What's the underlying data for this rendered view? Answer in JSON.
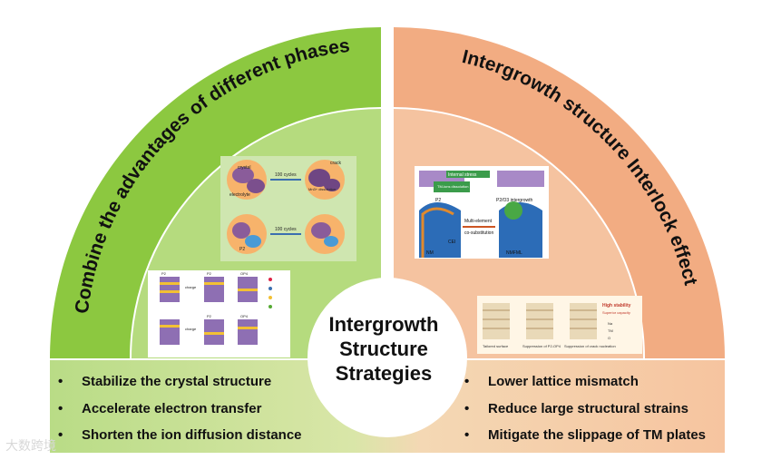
{
  "colors": {
    "green_outer": "#8cc840",
    "green_inner": "#b5db7e",
    "orange_outer": "#f2ac82",
    "orange_inner": "#f5c3a0",
    "center": "#ffffff"
  },
  "left_arc_title": "Combine the advantages of different phases",
  "right_arc_title": "Intergrowth structure Interlock effect",
  "center_title": [
    "Intergrowth",
    "Structure",
    "Strategies"
  ],
  "left_bullets": [
    "Stabilize the crystal structure",
    "Accelerate electron transfer",
    "Shorten the  ion diffusion distance"
  ],
  "right_bullets": [
    "Lower lattice mismatch",
    "Reduce large structural strains",
    "Mitigate the slippage of TM plates"
  ],
  "left_figure_top": {
    "labels": [
      "crystal",
      "electrolyte",
      "100 cycles",
      "crack",
      "Mn3+ dissolution",
      "P2",
      "100 cycles"
    ]
  },
  "left_figure_bottom": {
    "labels": [
      "P2",
      "charge",
      "P2",
      "OP4",
      "charge",
      "P2",
      "OP4"
    ]
  },
  "right_figure_top": {
    "labels": [
      "Internal stress",
      "TM-ions dissolution",
      "P2",
      "P2/O3 intergrowth",
      "Multi-element",
      "co-substitution",
      "NM",
      "CEI",
      "NMFML"
    ]
  },
  "right_figure_bottom": {
    "labels": [
      "High stability",
      "Superior capacity",
      "Tailored surface",
      "Suppression of P2-OP4",
      "Suppression of crack nucleation",
      "Na",
      "TM",
      "O"
    ]
  },
  "watermark": "大数跨境"
}
